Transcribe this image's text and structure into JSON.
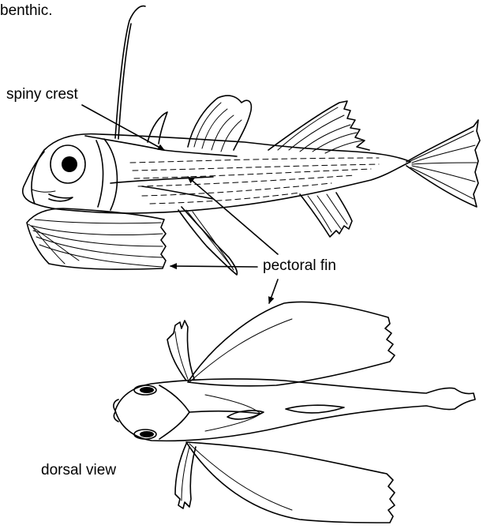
{
  "labels": {
    "top_text": "benthic.",
    "spiny_crest": "spiny crest",
    "pectoral_fin": "pectoral fin",
    "dorsal_view": "dorsal view"
  },
  "colors": {
    "ink": "#000000",
    "background": "#ffffff"
  }
}
